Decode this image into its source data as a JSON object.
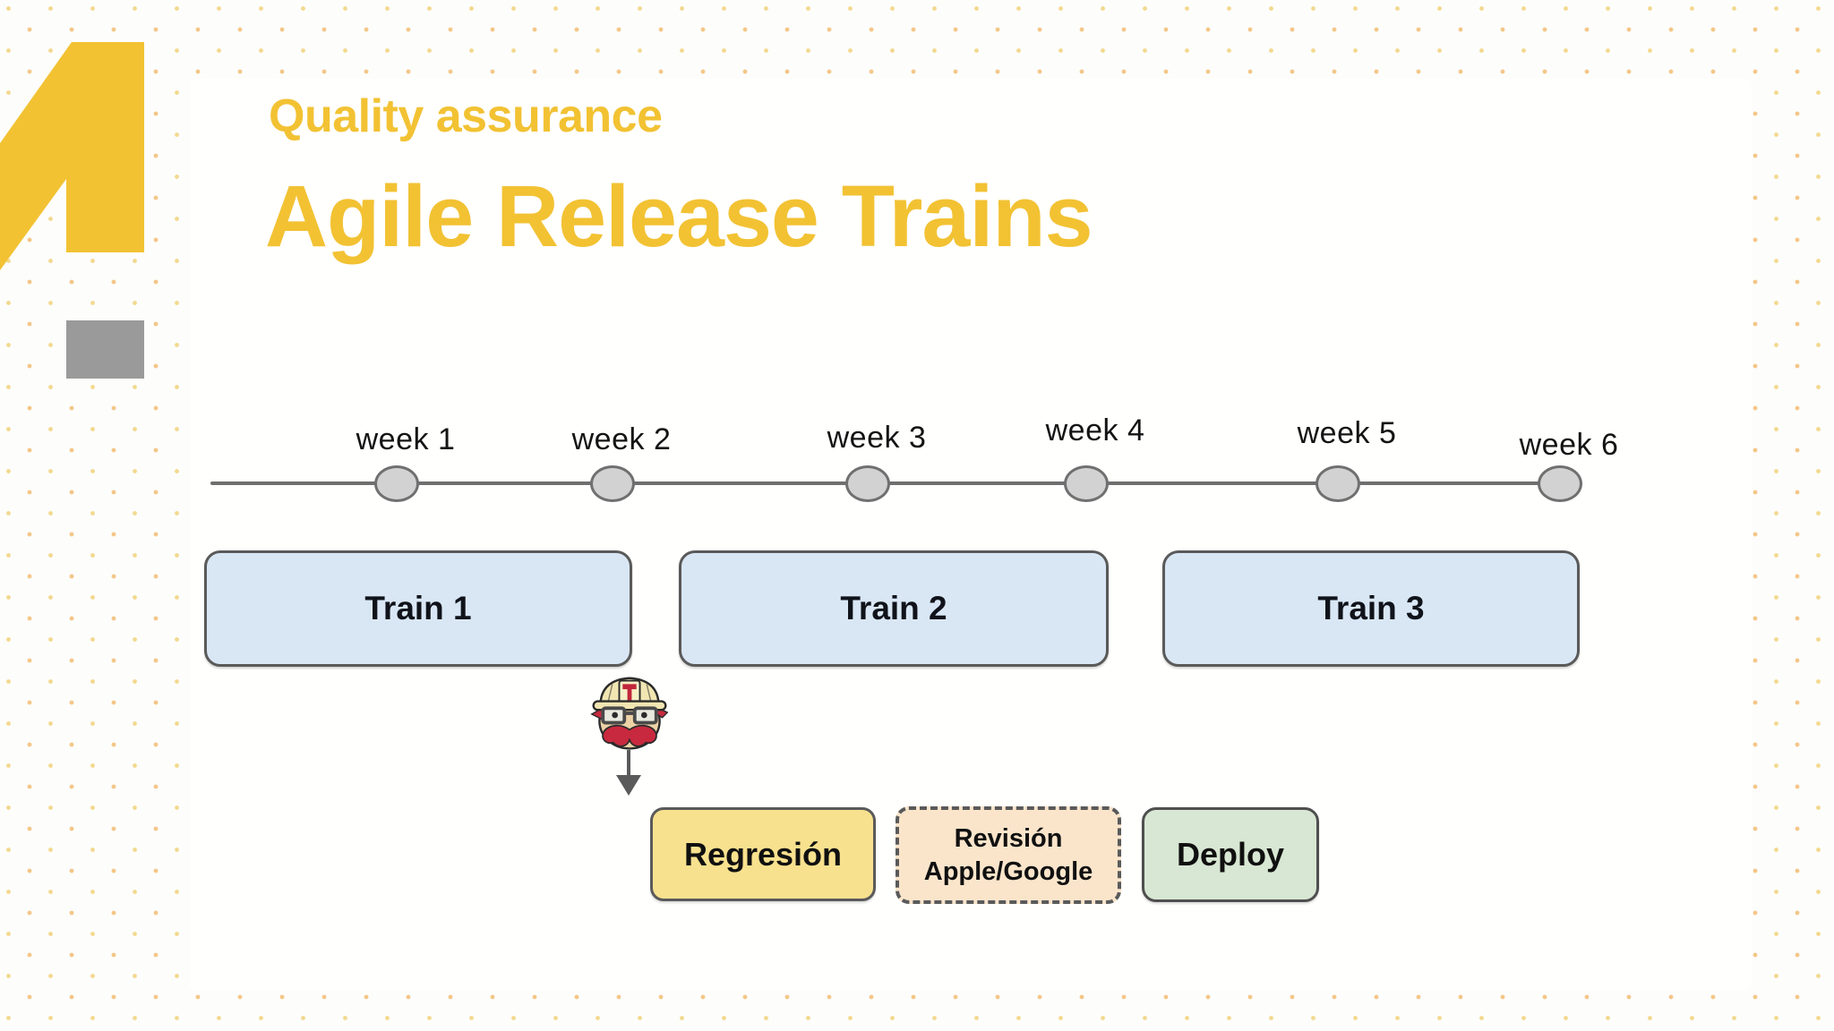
{
  "slide": {
    "kicker": "Quality assurance",
    "title": "Agile Release Trains"
  },
  "timeline": {
    "weeks": [
      "week 1",
      "week 2",
      "week 3",
      "week 4",
      "week 5",
      "week 6"
    ]
  },
  "trains": [
    "Train 1",
    "Train 2",
    "Train 3"
  ],
  "flow": {
    "regression": {
      "label": "Regresión"
    },
    "review": {
      "line1": "Revisión",
      "line2": "Apple/Google"
    },
    "deploy": {
      "label": "Deploy"
    }
  },
  "icons": {
    "mascot": "travis-ci-mascot-icon",
    "logo": "yellow-letter-a-logo"
  },
  "colors": {
    "accent": "#F2C233",
    "logo_gray": "#9A9A9A",
    "dot_yellow": "#F3D98F",
    "dot_orange": "#F4C687",
    "timeline_line": "#6F6F6F",
    "node_fill": "#D2D2D2",
    "node_border": "#707070",
    "train_fill": "#D9E7F5",
    "box_border": "#5A5A5A",
    "regression_fill": "#F8E18E",
    "review_fill": "#FAE5CB",
    "deploy_fill": "#D7E7D3"
  }
}
